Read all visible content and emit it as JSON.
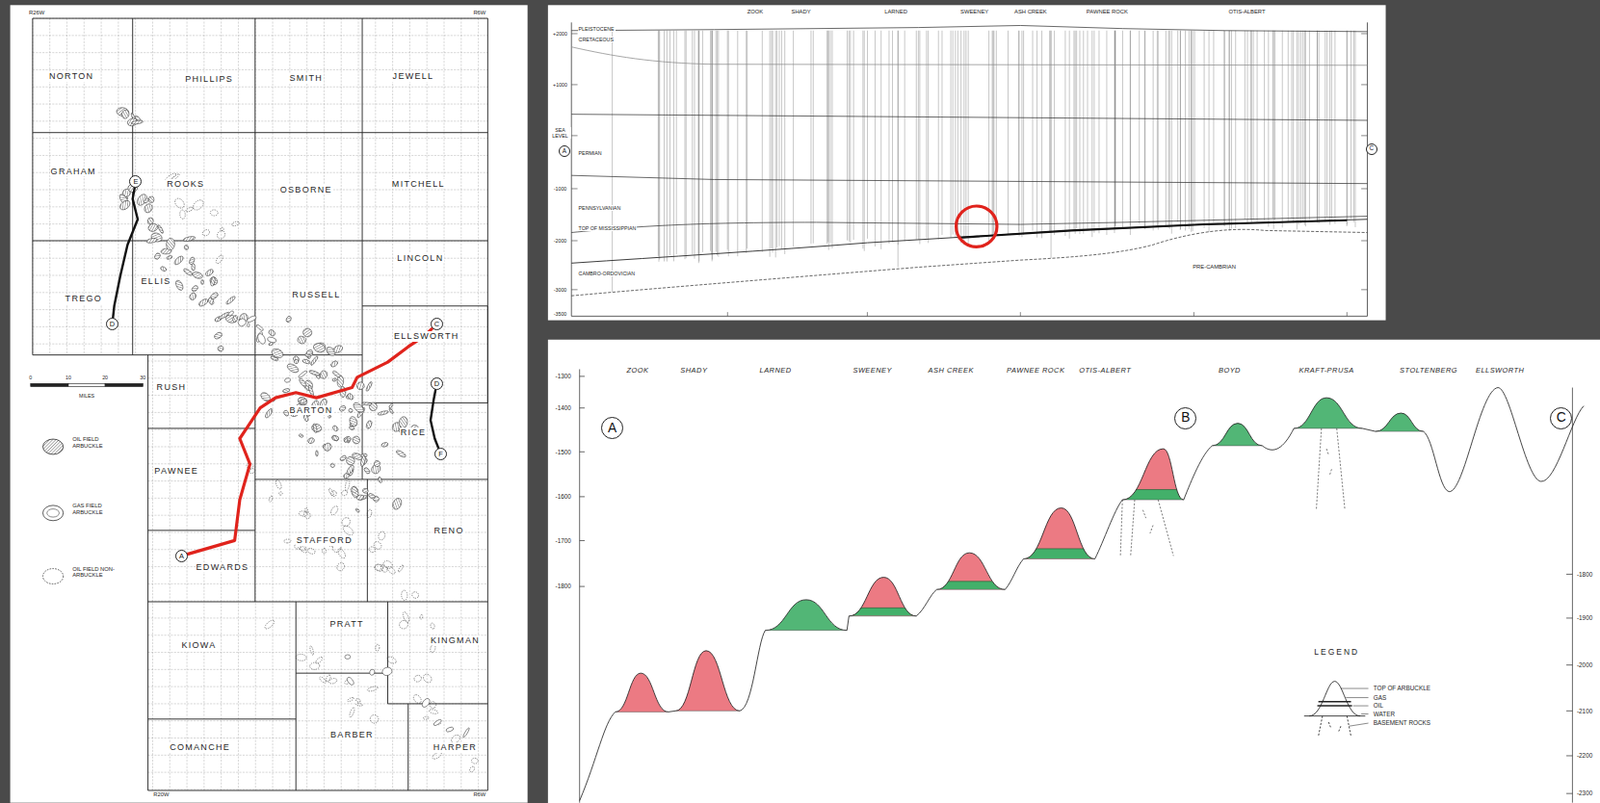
{
  "diagram": {
    "nodes": [
      {
        "text": [
          "E"
        ]
      },
      {
        "text": [
          "D"
        ]
      },
      {
        "text": [
          "C"
        ]
      },
      {
        "text": [
          "D"
        ]
      },
      {
        "text": [
          "F"
        ]
      },
      {
        "text": [
          "A"
        ]
      },
      {
        "text": [
          "A"
        ]
      },
      {
        "text": [
          "C"
        ]
      },
      {
        "text": [
          "A"
        ]
      },
      {
        "text": [
          "B"
        ]
      },
      {
        "text": [
          "C"
        ]
      }
    ],
    "edges": [
      {
        "from": 0,
        "to": 1,
        "arrow": "none"
      },
      {
        "from": 5,
        "to": 2,
        "arrow": "none"
      },
      {
        "from": 3,
        "to": 4,
        "arrow": "none"
      }
    ],
    "labels": [
      "R26W",
      "R6W",
      "NORTON",
      "PHILLIPS",
      "SMITH",
      "JEWELL",
      "GRAHAM",
      "ROOKS",
      "OSBORNE",
      "MITCHELL",
      "LINCOLN",
      "TREGO",
      "ELLIS",
      "RUSSELL",
      "ELLSWORTH",
      "RUSH",
      "BARTON",
      "RICE",
      "PAWNEE",
      "STAFFORD",
      "RENO",
      "EDWARDS",
      "KIOWA",
      "PRATT",
      "KINGMAN",
      "BARBER",
      "COMANCHE",
      "HARPER",
      "0",
      "10",
      "20",
      "30",
      "MILES",
      "R20W",
      "R6W",
      "ZOOK",
      "SHADY",
      "LARNED",
      "SWEENEY",
      "ASH CREEK",
      "PAWNEE ROCK",
      "OTIS-ALBERT",
      "+2000",
      "+1000",
      "SEA LEVEL",
      "-1000",
      "-2000",
      "-3000",
      "-3500",
      "PLEISTOCENE",
      "CRETACEOUS",
      "PERMIAN",
      "PENNSYLVANIAN",
      "TOP OF MISSISSIPPIAN",
      "CAMBRO-ORDOVICIAN",
      "PRE-CAMBRIAN",
      "ZOOK",
      "SHADY",
      "LARNED",
      "SWEENEY",
      "ASH CREEK",
      "PAWNEE ROCK",
      "OTIS-ALBERT",
      "BOYD",
      "KRAFT-PRUSA",
      "STOLTENBERG",
      "ELLSWORTH",
      "-1300",
      "-1400",
      "-1500",
      "-1600",
      "-1700",
      "-1800",
      "-1800",
      "-1900",
      "-2000",
      "-2100",
      "-2200",
      "-2300",
      "LEGEND"
    ],
    "legend": [
      {
        "text": "OIL FIELD ARBUCKLE"
      },
      {
        "text": "GAS FIELD ARBUCKLE"
      },
      {
        "text": "OIL FIELD NON-ARBUCKLE"
      },
      {
        "text": "TOP OF ARBUCKLE"
      },
      {
        "text": "GAS"
      },
      {
        "text": "OIL"
      },
      {
        "text": "WATER"
      },
      {
        "text": "BASEMENT ROCKS"
      }
    ]
  }
}
